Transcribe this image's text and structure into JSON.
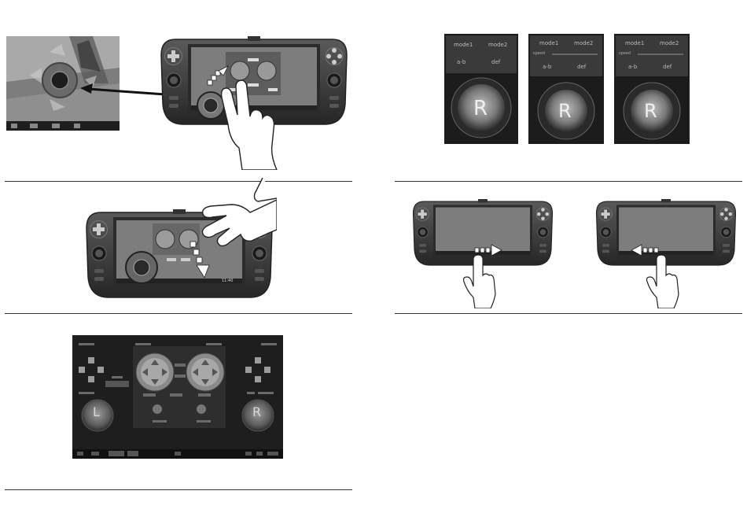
{
  "r_panels": [
    {
      "mode1": "mode1",
      "mode2": "mode2",
      "speed": "",
      "btn_a": "a-b",
      "btn_b": "def",
      "letter": "R"
    },
    {
      "mode1": "mode1",
      "mode2": "mode2",
      "speed": "speed",
      "btn_a": "a-b",
      "btn_b": "def",
      "letter": "R"
    },
    {
      "mode1": "mode1",
      "mode2": "mode2",
      "speed": "speed",
      "btn_a": "a-b",
      "btn_b": "def",
      "letter": "R"
    }
  ],
  "layout": {
    "left_stick": "L",
    "right_stick": "R"
  },
  "status": {
    "clock": "11:40"
  },
  "colors": {
    "device_body": "#3a3a3a",
    "screen": "#6d6d6d",
    "dark_panel": "#1e1e1e",
    "rule": "#333333"
  },
  "icons": [
    "dpad-icon",
    "face-buttons-icon",
    "hand-icon",
    "swipe-arrow-icon",
    "double-arrow-icon"
  ]
}
